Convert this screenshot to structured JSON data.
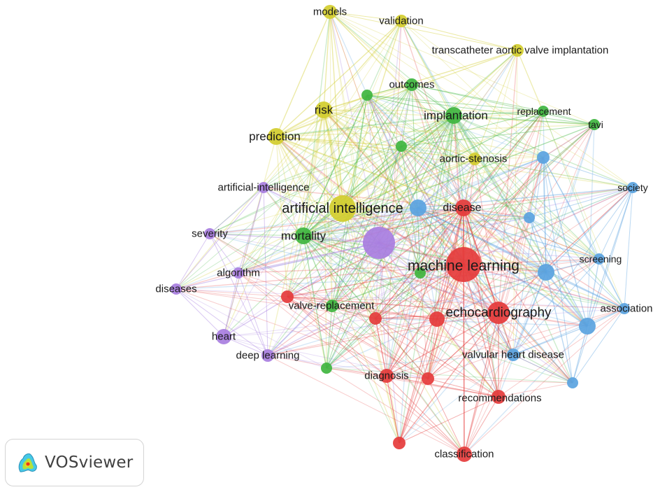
{
  "colors": {
    "red": "#e53b3b",
    "green": "#3fb53f",
    "blue": "#5aa3e0",
    "yellow": "#d2cd2e",
    "purple": "#a87ee0"
  },
  "nodes": [
    {
      "id": "models",
      "label": "models",
      "cluster": "yellow"
    },
    {
      "id": "validation",
      "label": "validation",
      "cluster": "yellow"
    },
    {
      "id": "tavi-implantation",
      "label": "transcatheter aortic valve implantation",
      "cluster": "yellow"
    },
    {
      "id": "outcomes",
      "label": "outcomes",
      "cluster": "green"
    },
    {
      "id": "risk",
      "label": "risk",
      "cluster": "yellow"
    },
    {
      "id": "implantation",
      "label": "implantation",
      "cluster": "green"
    },
    {
      "id": "replacement",
      "label": "replacement",
      "cluster": "green"
    },
    {
      "id": "tavi",
      "label": "tavi",
      "cluster": "green"
    },
    {
      "id": "prediction",
      "label": "prediction",
      "cluster": "yellow"
    },
    {
      "id": "g-unlabeled-1",
      "label": "",
      "cluster": "green"
    },
    {
      "id": "aortic-stenosis",
      "label": "aortic-stenosis",
      "cluster": "yellow"
    },
    {
      "id": "b-unlabeled-1",
      "label": "",
      "cluster": "blue"
    },
    {
      "id": "g-unlabeled-2",
      "label": "",
      "cluster": "green"
    },
    {
      "id": "artificial-intelligence-hyphen",
      "label": "artificial-intelligence",
      "cluster": "purple"
    },
    {
      "id": "society",
      "label": "society",
      "cluster": "blue"
    },
    {
      "id": "artificial-intelligence",
      "label": "artificial intelligence",
      "cluster": "yellow"
    },
    {
      "id": "b-unlabeled-2",
      "label": "",
      "cluster": "blue"
    },
    {
      "id": "disease",
      "label": "disease",
      "cluster": "red"
    },
    {
      "id": "b-unlabeled-3",
      "label": "",
      "cluster": "blue"
    },
    {
      "id": "severity",
      "label": "severity",
      "cluster": "purple"
    },
    {
      "id": "mortality",
      "label": "mortality",
      "cluster": "green"
    },
    {
      "id": "p-unlabeled-1",
      "label": "",
      "cluster": "purple"
    },
    {
      "id": "screening",
      "label": "screening",
      "cluster": "blue"
    },
    {
      "id": "machine-learning",
      "label": "machine learning",
      "cluster": "red"
    },
    {
      "id": "b-unlabeled-4",
      "label": "",
      "cluster": "blue"
    },
    {
      "id": "g-unlabeled-3",
      "label": "",
      "cluster": "green"
    },
    {
      "id": "algorithm",
      "label": "algorithm",
      "cluster": "purple"
    },
    {
      "id": "diseases",
      "label": "diseases",
      "cluster": "purple"
    },
    {
      "id": "valve-replacement",
      "label": "valve-replacement",
      "cluster": "green"
    },
    {
      "id": "r-unlabeled-1",
      "label": "",
      "cluster": "red"
    },
    {
      "id": "echocardiography",
      "label": "echocardiography",
      "cluster": "red"
    },
    {
      "id": "association",
      "label": "association",
      "cluster": "blue"
    },
    {
      "id": "r-unlabeled-2",
      "label": "",
      "cluster": "red"
    },
    {
      "id": "r-unlabeled-3",
      "label": "",
      "cluster": "red"
    },
    {
      "id": "b-unlabeled-5",
      "label": "",
      "cluster": "blue"
    },
    {
      "id": "heart",
      "label": "heart",
      "cluster": "purple"
    },
    {
      "id": "deep-learning",
      "label": "deep learning",
      "cluster": "purple"
    },
    {
      "id": "valvular-heart-disease",
      "label": "valvular heart disease",
      "cluster": "blue"
    },
    {
      "id": "g-unlabeled-4",
      "label": "",
      "cluster": "green"
    },
    {
      "id": "diagnosis",
      "label": "diagnosis",
      "cluster": "red"
    },
    {
      "id": "r-unlabeled-4",
      "label": "",
      "cluster": "red"
    },
    {
      "id": "b-unlabeled-6",
      "label": "",
      "cluster": "blue"
    },
    {
      "id": "recommendations",
      "label": "recommendations",
      "cluster": "red"
    },
    {
      "id": "r-unlabeled-5",
      "label": "",
      "cluster": "red"
    },
    {
      "id": "classification",
      "label": "classification",
      "cluster": "red"
    }
  ],
  "logo": {
    "text": "VOSviewer",
    "icon": "vosviewer-logo-icon"
  }
}
